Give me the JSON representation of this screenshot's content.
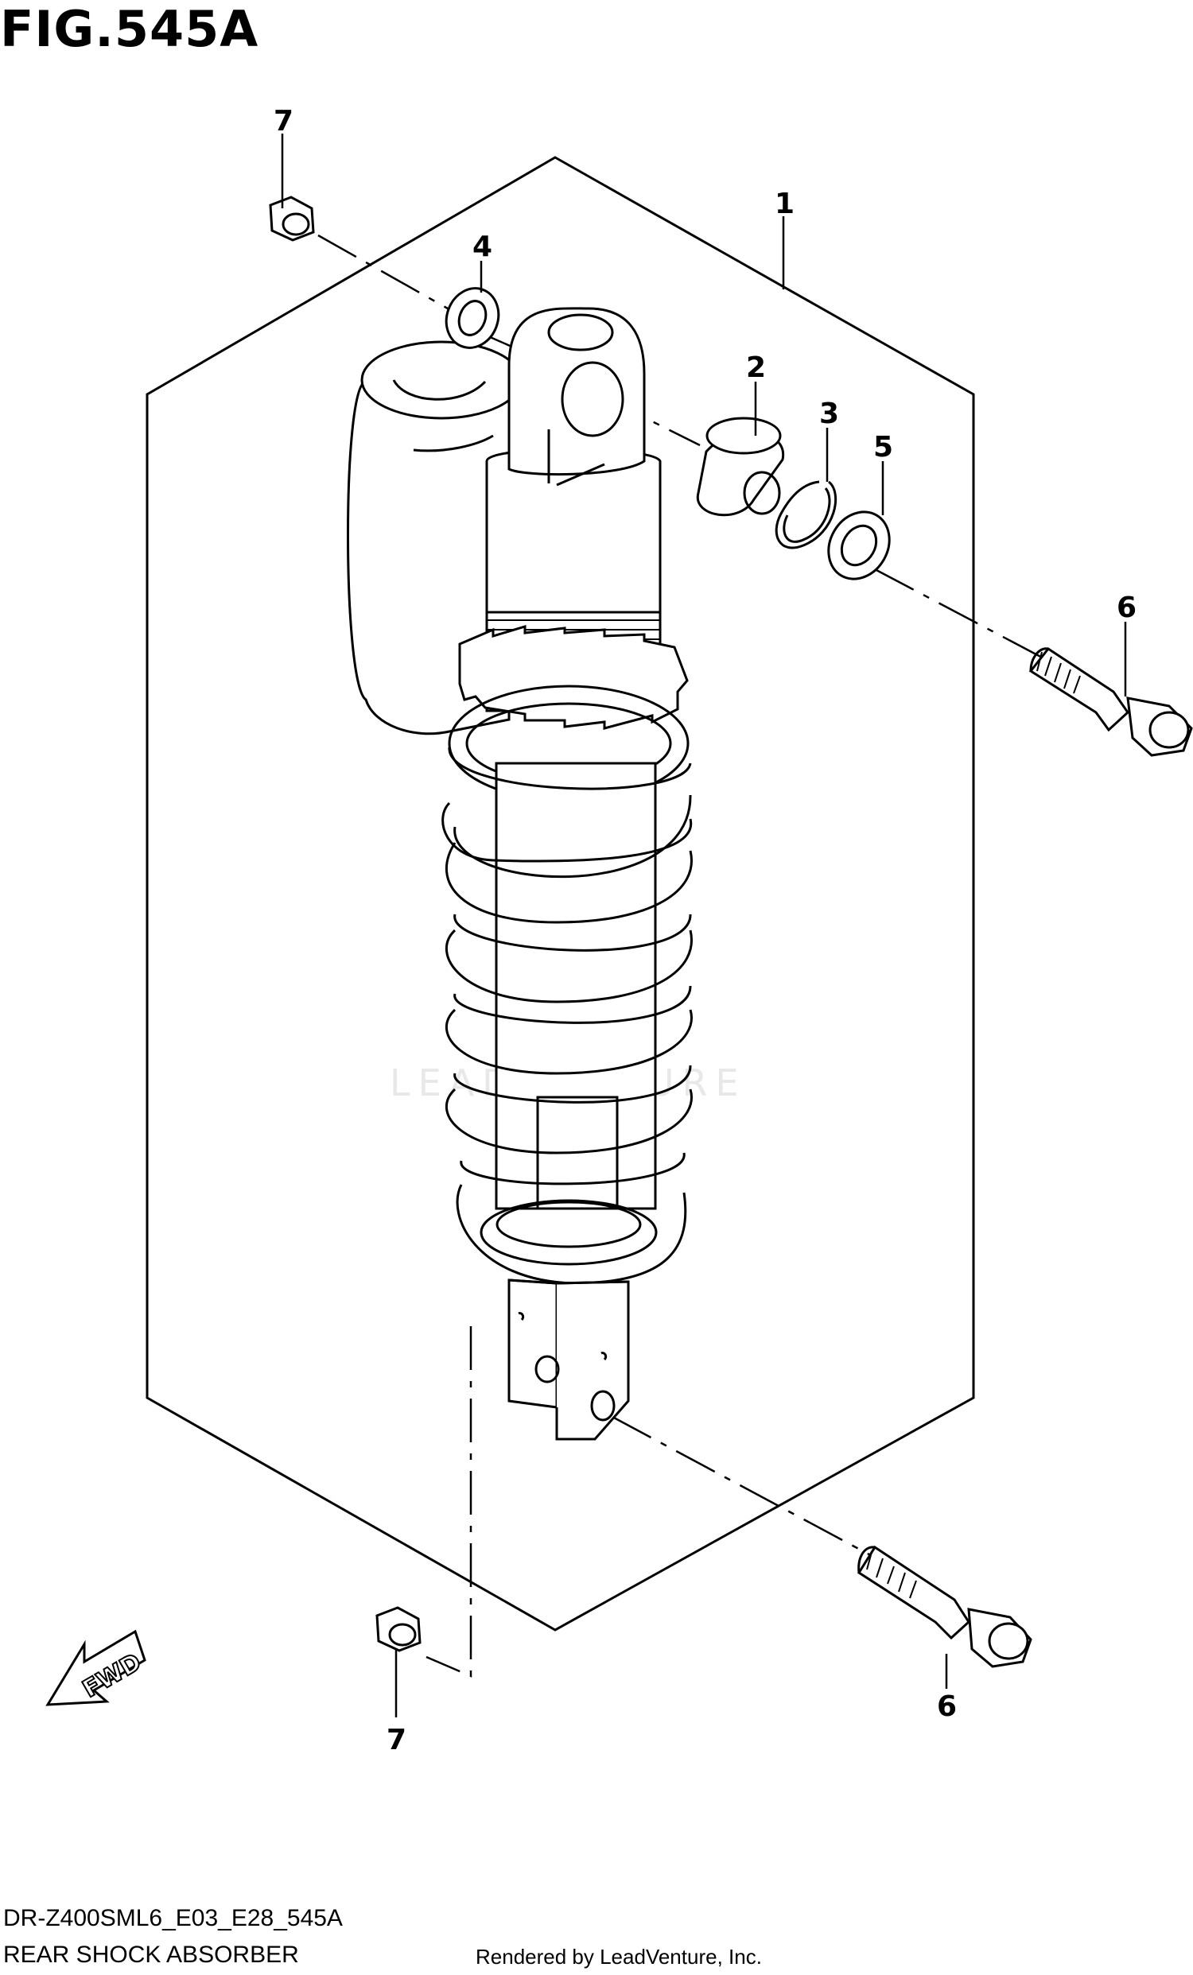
{
  "figure": {
    "title": "FIG.545A",
    "model_code": "DR-Z400SML6_E03_E28_545A",
    "section_name": "REAR SHOCK ABSORBER",
    "rendered_by": "Rendered by LeadVenture, Inc.",
    "watermark": "LEADVENTURE"
  },
  "callouts": [
    {
      "id": "callout-1",
      "label": "1"
    },
    {
      "id": "callout-2",
      "label": "2"
    },
    {
      "id": "callout-3",
      "label": "3"
    },
    {
      "id": "callout-4",
      "label": "4"
    },
    {
      "id": "callout-5",
      "label": "5"
    },
    {
      "id": "callout-6-top",
      "label": "6"
    },
    {
      "id": "callout-6-bottom",
      "label": "6"
    },
    {
      "id": "callout-7-top",
      "label": "7"
    },
    {
      "id": "callout-7-bottom",
      "label": "7"
    }
  ],
  "fwd_label": "FWD",
  "colors": {
    "line": "#000000",
    "background": "#ffffff",
    "watermark": "#e8e8e8"
  }
}
